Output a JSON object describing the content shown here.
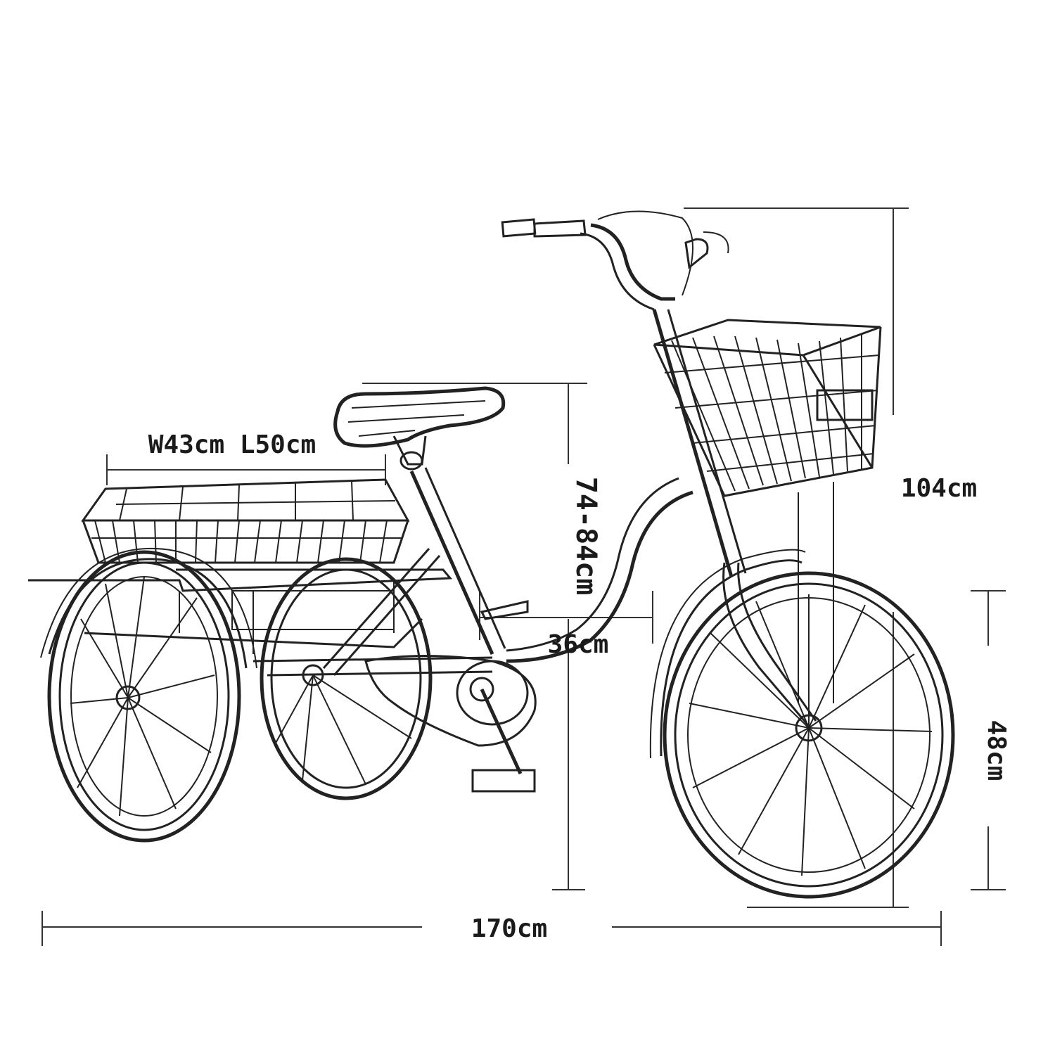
{
  "image": {
    "background": "#ffffff",
    "line_color": "#222222"
  },
  "dimensions": {
    "basket_size": "W43cm L50cm",
    "seat_height": "74-84cm",
    "crank_to_seat": "36cm",
    "total_height": "104cm",
    "wheel_diameter": "48cm",
    "total_length": "170cm"
  }
}
